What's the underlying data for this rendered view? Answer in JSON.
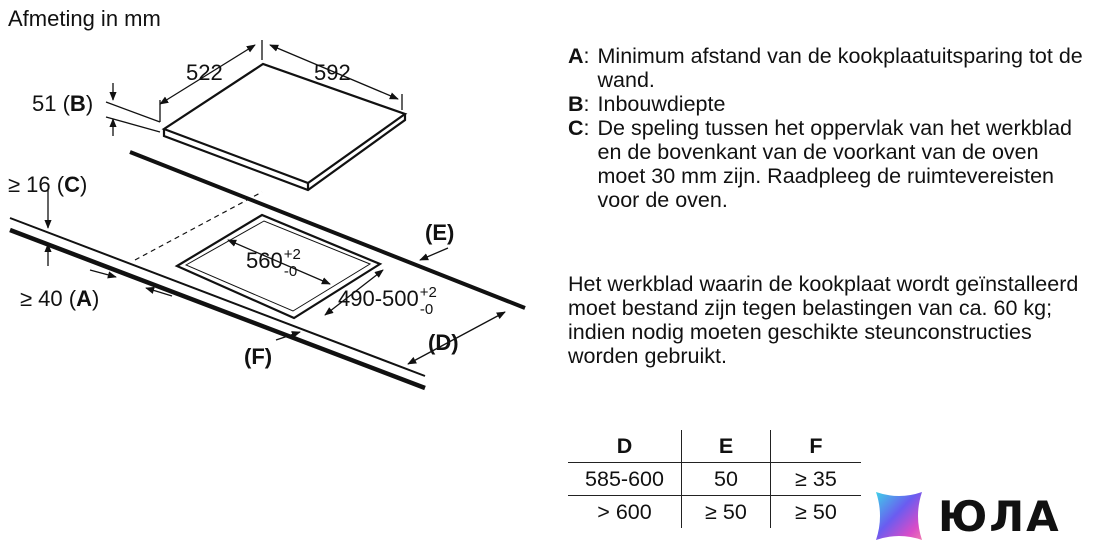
{
  "caption": "Afmeting in mm",
  "dimensions": {
    "width_522": "522",
    "depth_592": "592",
    "height_51": "51 (",
    "height_51_key": "B",
    "height_51_close": ")",
    "gap_16": "≥ 16 (",
    "gap_16_key": "C",
    "gap_16_close": ")",
    "dist_40": "≥ 40 (",
    "dist_40_key": "A",
    "dist_40_close": ")",
    "cutout_560": "560",
    "cutout_560_plus": "+2",
    "cutout_560_minus": "-0",
    "cutout_490": "490-500",
    "cutout_490_plus": "+2",
    "cutout_490_minus": "-0",
    "label_e": "(E)",
    "label_d": "(D)",
    "label_f": "(F)"
  },
  "legend": [
    {
      "key": "A",
      "text": "Minimum afstand van de kookplaatuitsparing tot de wand."
    },
    {
      "key": "B",
      "text": "Inbouwdiepte"
    },
    {
      "key": "C",
      "text": "De speling tussen het oppervlak van het werkblad en de bovenkant van de voorkant van de oven moet 30 mm zijn. Raadpleeg de ruimtevereisten voor de oven."
    }
  ],
  "note": "Het werkblad waarin de kookplaat wordt geïnstalleerd moet bestand zijn tegen belastingen van ca. 60 kg; indien nodig moeten geschikte steunconstructies worden gebruikt.",
  "table": {
    "headers": [
      "D",
      "E",
      "F"
    ],
    "rows": [
      [
        "585-600",
        "50",
        "≥ 35"
      ],
      [
        "> 600",
        "≥ 50",
        "≥ 50"
      ]
    ]
  },
  "brand": {
    "name": "ЮЛА",
    "colors": [
      "#3fd0e8",
      "#6a5cf0",
      "#d84cc8",
      "#f07ab0"
    ]
  }
}
